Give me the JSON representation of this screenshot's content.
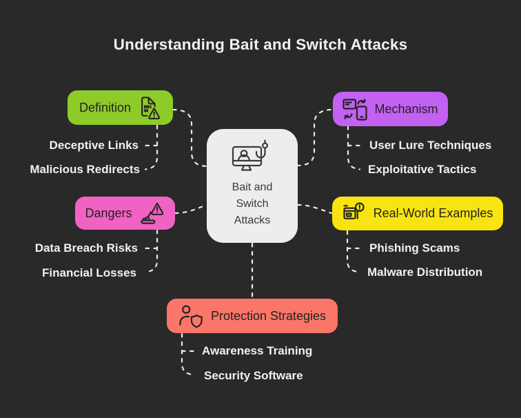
{
  "title": "Understanding Bait and Switch Attacks",
  "colors": {
    "background": "#292929",
    "title_text": "#f1f1f1",
    "subitem_text": "#f1f1f1",
    "node_text": "#222222",
    "center_text": "#3a3a3a",
    "center_bg": "#ededed",
    "connector": "#eaeaea"
  },
  "center": {
    "label": "Bait and\nSwitch\nAttacks",
    "icon": "monitor-phishing-hook-icon"
  },
  "branches": {
    "definition": {
      "label": "Definition",
      "color": "#8ecb29",
      "icon": "binary-file-warning-icon",
      "children": [
        "Deceptive Links",
        "Malicious Redirects"
      ]
    },
    "mechanism": {
      "label": "Mechanism",
      "color": "#c261f2",
      "icon": "device-transfer-icon",
      "children": [
        "User Lure Techniques",
        "Exploitative Tactics"
      ]
    },
    "dangers": {
      "label": "Dangers",
      "color": "#f062c3",
      "icon": "hazard-warning-icon",
      "children": [
        "Data Breach Risks",
        "Financial Losses"
      ]
    },
    "real_world": {
      "label": "Real-World Examples",
      "color": "#f7e411",
      "icon": "news-alert-icon",
      "children": [
        "Phishing Scams",
        "Malware Distribution"
      ]
    },
    "protection": {
      "label": "Protection Strategies",
      "color": "#f97668",
      "icon": "user-shield-icon",
      "children": [
        "Awareness Training",
        "Security Software"
      ]
    }
  }
}
